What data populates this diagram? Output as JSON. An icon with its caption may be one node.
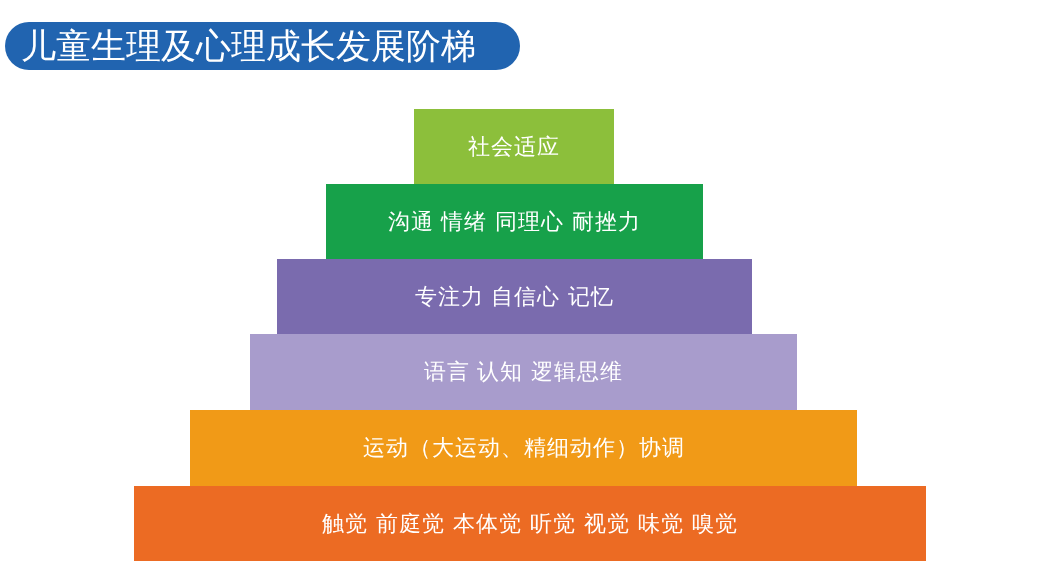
{
  "diagram": {
    "title": "儿童生理及心理成长发展阶梯",
    "nodes": [
      {
        "text": [
          "社会适应"
        ]
      },
      {
        "text": [
          "沟通 情绪 同理心 耐挫力"
        ]
      },
      {
        "text": [
          "专注力 自信心 记忆"
        ]
      },
      {
        "text": [
          "语言 认知 逻辑思维"
        ]
      },
      {
        "text": [
          "运动（大运动、精细动作）协调"
        ]
      },
      {
        "text": [
          "触觉 前庭觉 本体觉 听觉 视觉 味觉 嗅觉"
        ]
      }
    ]
  }
}
